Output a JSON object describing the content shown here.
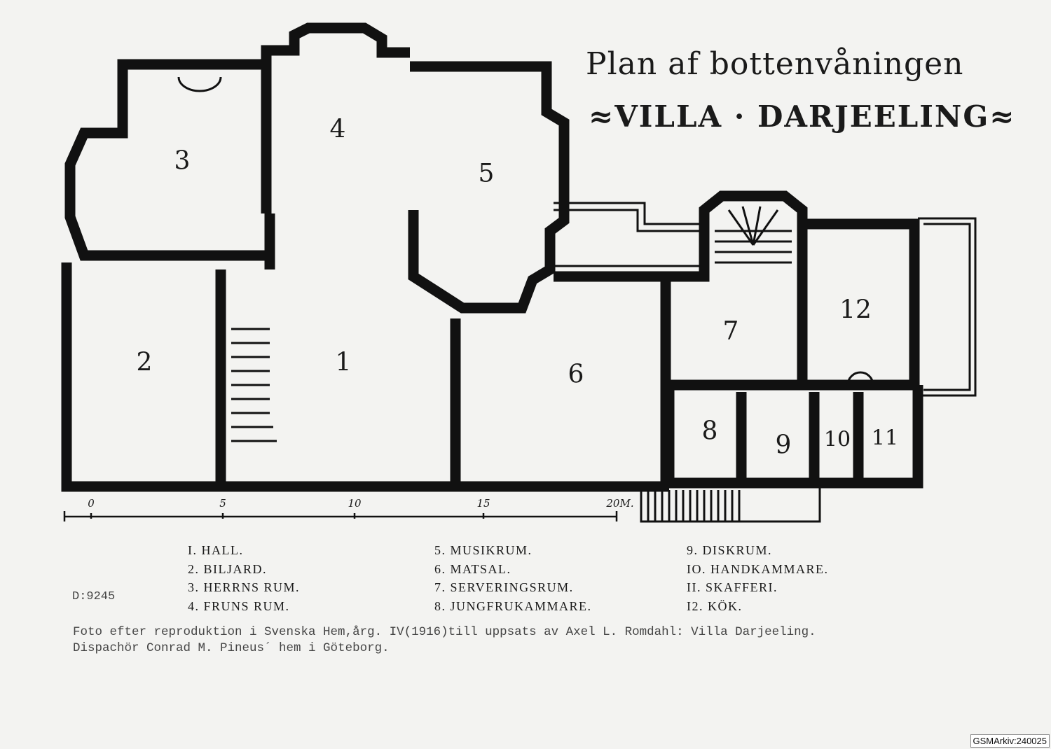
{
  "title": {
    "line1": "Plan af bottenvåningen",
    "line2": "≈VILLA · DARJEELING≈"
  },
  "rooms": [
    "1",
    "2",
    "3",
    "4",
    "5",
    "6",
    "7",
    "8",
    "9",
    "10",
    "11",
    "12"
  ],
  "scale": {
    "labels": [
      "0",
      "5",
      "10",
      "15",
      "20M."
    ]
  },
  "legend": {
    "col1": [
      "I. HALL.",
      "2. BILJARD.",
      "3. HERRNS RUM.",
      "4. FRUNS RUM."
    ],
    "col2": [
      "5. MUSIKRUM.",
      "6. MATSAL.",
      "7. SERVERINGSRUM.",
      "8. JUNGFRUKAMMARE."
    ],
    "col3": [
      "9. DISKRUM.",
      "IO. HANDKAMMARE.",
      "II. SKAFFERI.",
      "I2. KÖK."
    ]
  },
  "reference": "D:9245",
  "caption": {
    "line1": "Foto efter reproduktion i Svenska Hem,årg. IV(1916)till uppsats av Axel L. Romdahl: Villa Darjeeling.",
    "line2": "Dispachör Conrad M. Pineus´ hem i Göteborg."
  },
  "archive_label": "GSMArkiv:240025"
}
